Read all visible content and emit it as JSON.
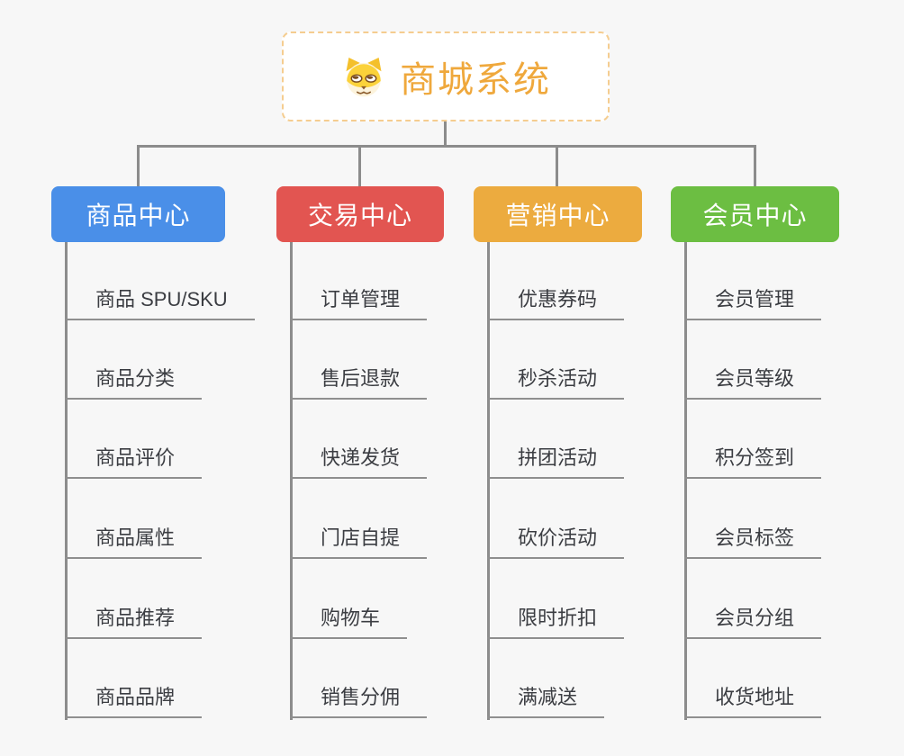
{
  "root": {
    "title": "商城系统",
    "title_color": "#efa83c",
    "border_color": "#f5cd90",
    "icon": "dog-icon"
  },
  "style": {
    "background": "#f7f7f7",
    "connector_color": "#8c8c8c",
    "leaf_text_color": "#3b3d42",
    "leaf_underline_color": "#8f8f8f"
  },
  "branches": [
    {
      "label": "商品中心",
      "color": "#4a8fe8",
      "children": [
        "商品 SPU/SKU",
        "商品分类",
        "商品评价",
        "商品属性",
        "商品推荐",
        "商品品牌"
      ]
    },
    {
      "label": "交易中心",
      "color": "#e25551",
      "children": [
        "订单管理",
        "售后退款",
        "快递发货",
        "门店自提",
        "购物车",
        "销售分佣"
      ]
    },
    {
      "label": "营销中心",
      "color": "#ecab3f",
      "children": [
        "优惠券码",
        "秒杀活动",
        "拼团活动",
        "砍价活动",
        "限时折扣",
        "满减送"
      ]
    },
    {
      "label": "会员中心",
      "color": "#6cbe42",
      "children": [
        "会员管理",
        "会员等级",
        "积分签到",
        "会员标签",
        "会员分组",
        "收货地址"
      ]
    }
  ]
}
